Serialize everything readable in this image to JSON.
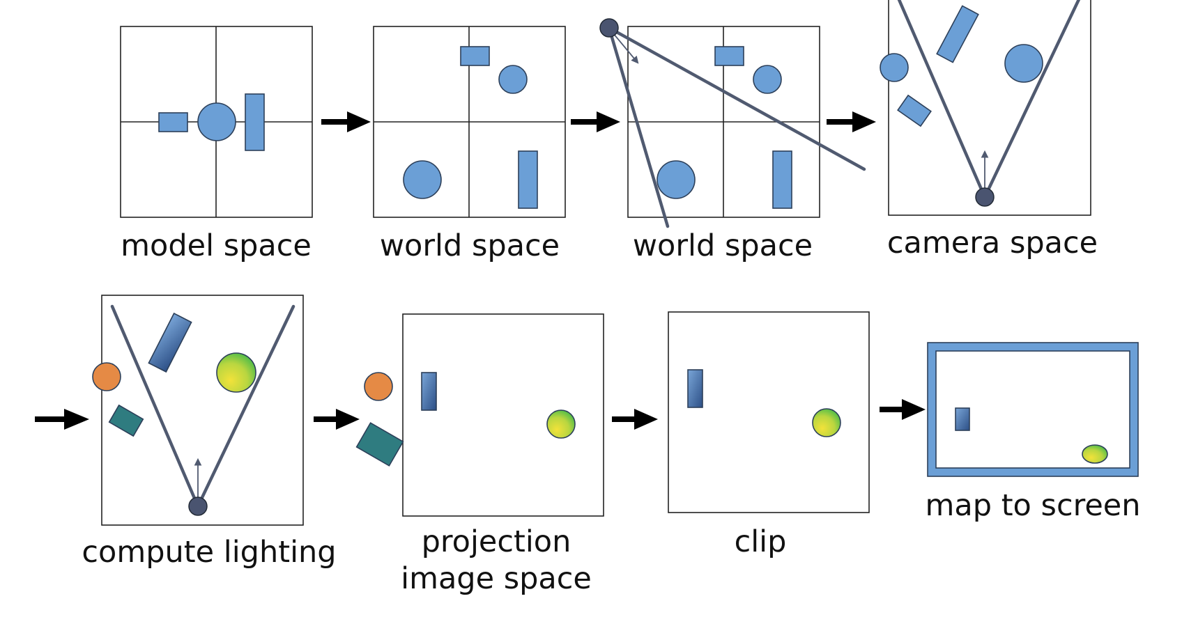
{
  "captions": {
    "model_space": "model space",
    "world_space_1": "world space",
    "world_space_2": "world space",
    "camera_space": "camera space",
    "compute_lighting": "compute lighting",
    "projection_line1": "projection",
    "projection_line2": "image space",
    "clip": "clip",
    "map_to_screen": "map to screen"
  },
  "colors": {
    "object_blue": "#6b9fd6",
    "object_stroke": "#2c3f59",
    "camera_dark": "#4a5470",
    "frustum_line": "#505a70",
    "lit_orange": "#e58a45",
    "lit_teal": "#2f7c80",
    "lit_yellow": "#e8d43a",
    "lit_green": "#5bbf4d",
    "screen_frame": "#6b9fd6",
    "arrow_black": "#000000"
  }
}
